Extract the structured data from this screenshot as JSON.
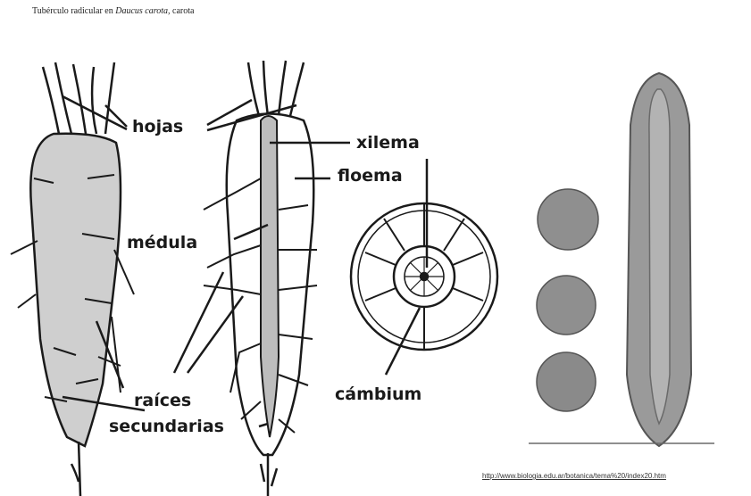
{
  "caption": {
    "prefix": "Tubérculo radicular en ",
    "scientific": "Daucus carota,",
    "suffix": " carota"
  },
  "labels": {
    "hojas": "hojas",
    "xilema": "xilema",
    "floema": "floema",
    "medula": "médula",
    "raices": "raíces",
    "secundarias": "secundarias",
    "cambium": "cámbium"
  },
  "source_url": "http://www.biologia.edu.ar/botanica/tema%20/index20.htm",
  "colors": {
    "line": "#1a1a1a",
    "root_fill": "#cfcfcf",
    "xylem_fill": "#bdbdbd",
    "photo_fill": "#9a9a9a",
    "photo_dark": "#7d7d7d"
  }
}
